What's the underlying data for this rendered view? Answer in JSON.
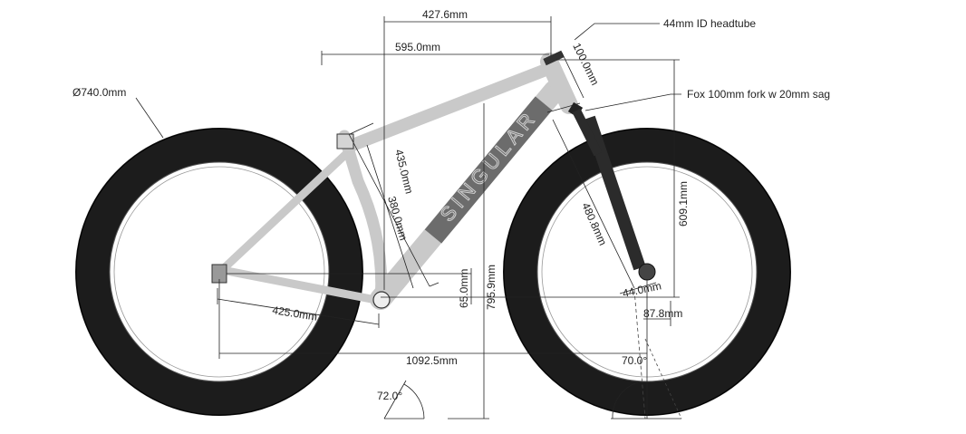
{
  "labels": {
    "wheel_diameter": "Ø740.0mm",
    "top_627": "427.6mm",
    "top_595": "595.0mm",
    "headtube_id": "44mm ID headtube",
    "headtube_len": "100.0mm",
    "fork": "Fox 100mm fork w 20mm sag",
    "seat_435": "435.0mm",
    "seat_380": "380.0mm",
    "stack_609": "609.1mm",
    "fork_480": "480.8mm",
    "bb_drop": "65.0mm",
    "seat_height": "795.9mm",
    "chainstay": "425.0mm",
    "offset": "44.0mm",
    "trail": "87.8mm",
    "wheelbase": "1092.5mm",
    "head_angle": "70.0°",
    "seat_angle": "72.0°"
  },
  "frame_text": "SINGULAR"
}
